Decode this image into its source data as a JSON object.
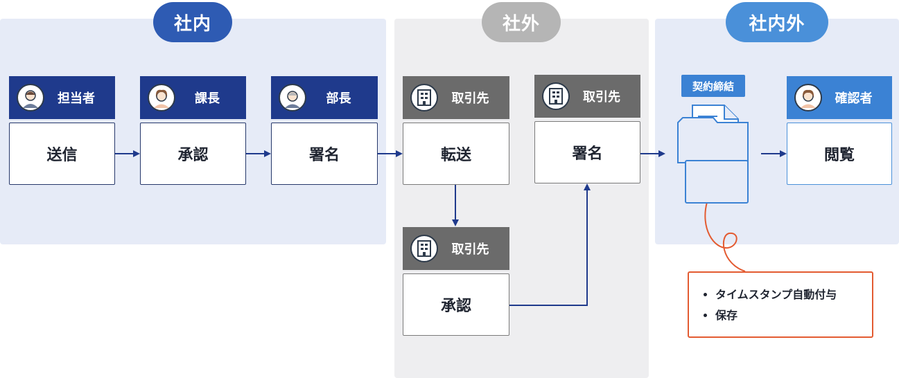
{
  "zones": {
    "internal": "社内",
    "external": "社外",
    "both": "社内外"
  },
  "steps": {
    "send": {
      "role": "担当者",
      "action": "送信"
    },
    "approve": {
      "role": "課長",
      "action": "承認"
    },
    "sign_internal": {
      "role": "部長",
      "action": "署名"
    },
    "forward": {
      "role": "取引先",
      "action": "転送"
    },
    "approve_external": {
      "role": "取引先",
      "action": "承認"
    },
    "sign_external": {
      "role": "取引先",
      "action": "署名"
    },
    "contract": {
      "tag": "契約締結"
    },
    "view": {
      "role": "確認者",
      "action": "閲覧"
    }
  },
  "note": {
    "items": [
      "タイムスタンプ自動付与",
      "保存"
    ]
  },
  "colors": {
    "internal_pill": "#2e5bb3",
    "external_pill": "#b5b5b5",
    "both_pill": "#4a90d9",
    "internal_panel": "#e6ebf7",
    "external_panel": "#eeeef0",
    "navy_header": "#1f3a8c",
    "gray_header": "#6b6b6b",
    "blue_header": "#3b82d4",
    "arrow": "#1f3a8c",
    "accent_orange": "#e35b31"
  }
}
